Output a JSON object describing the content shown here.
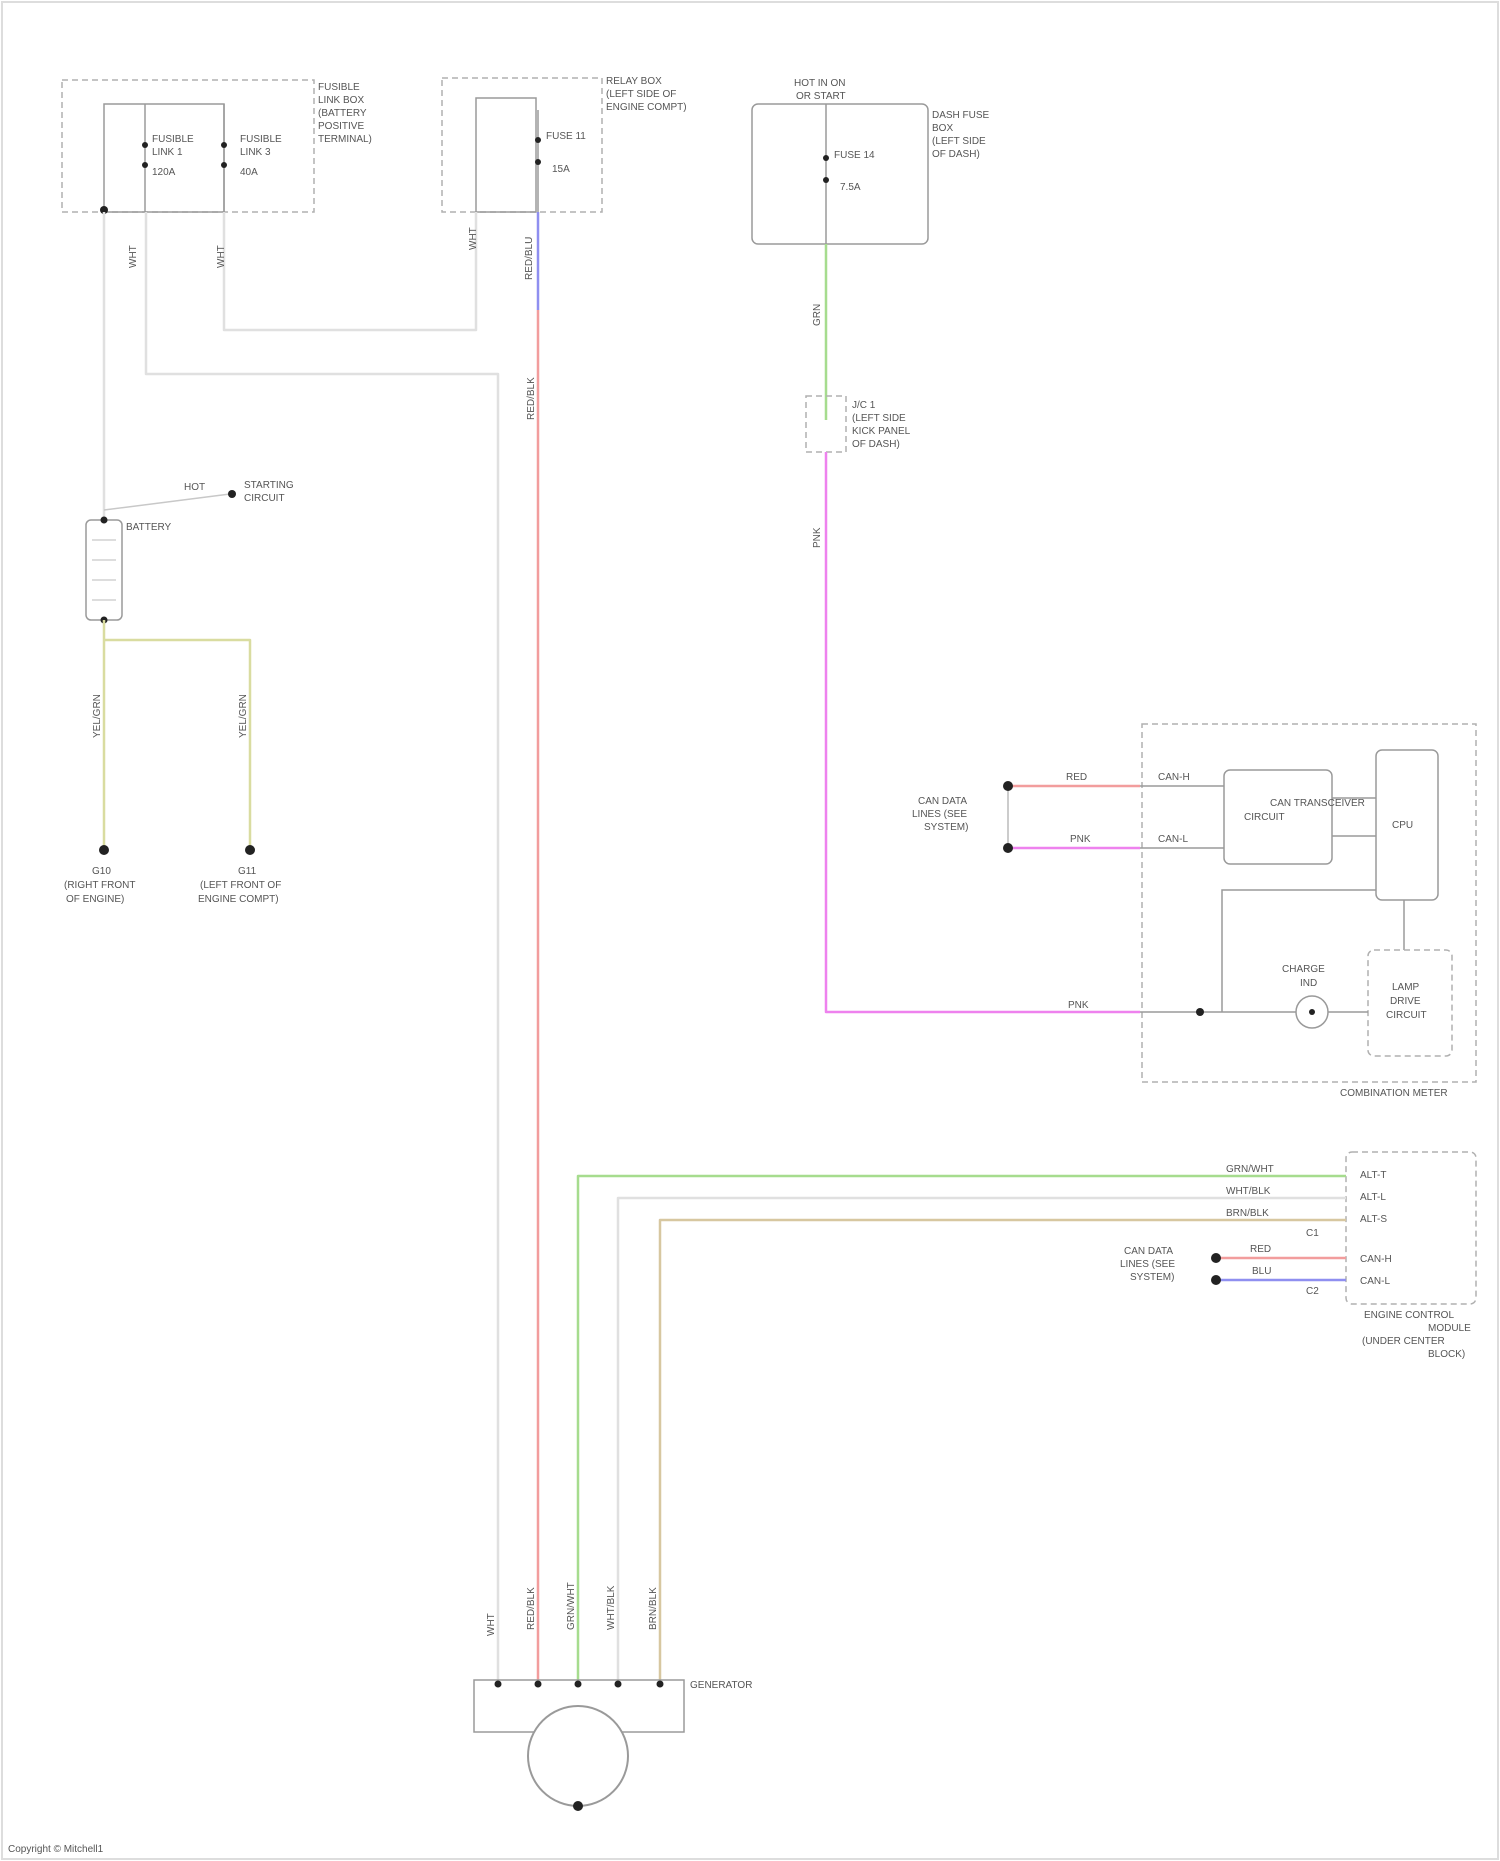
{
  "watermark": "Copyright © Mitchell1",
  "components": {
    "fuse_box_left": {
      "title": [
        "FUSIBLE",
        "LINK BOX",
        "(BATTERY",
        "POSITIVE",
        "TERMINAL)"
      ],
      "fuse_a": [
        "FUSIBLE",
        "LINK 1",
        "120A"
      ],
      "fuse_b": [
        "FUSIBLE",
        "LINK 3",
        "40A"
      ]
    },
    "relay_box": {
      "title": [
        "RELAY BOX",
        "(LEFT SIDE OF",
        "ENGINE COMPT)"
      ],
      "fuse": [
        "FUSE 11",
        "15A"
      ]
    },
    "fuse_panel": {
      "top": [
        "HOT IN ON",
        "OR START"
      ],
      "title": [
        "DASH FUSE",
        "BOX",
        "(LEFT SIDE",
        "OF DASH)"
      ],
      "fuse": [
        "FUSE 14",
        "7.5A"
      ]
    },
    "joint_connector": [
      "J/C 1",
      "(LEFT SIDE",
      "KICK PANEL",
      "OF DASH)"
    ],
    "battery": {
      "hot_label": "HOT",
      "circuit": [
        "STARTING",
        "CIRCUIT"
      ],
      "name": "BATTERY"
    },
    "ground_left": [
      "G10",
      "(RIGHT FRONT",
      "OF ENGINE)"
    ],
    "ground_right": [
      "G11",
      "(LEFT FRONT OF",
      "ENGINE COMPT)"
    ],
    "combination_meter": {
      "name": "COMBINATION METER",
      "data_lines": [
        "CAN DATA",
        "LINES (SEE",
        "SYSTEM)"
      ],
      "pins_top": [
        "CAN-H",
        "CAN-L"
      ],
      "block_interface": "CIRCUIT",
      "block_logic": "CAN TRANSCEIVER",
      "block_cpu": "CPU",
      "warning_lamp": [
        "CHARGE",
        "IND"
      ],
      "lamp_circuit": [
        "LAMP",
        "DRIVE",
        "CIRCUIT"
      ]
    },
    "ecm": {
      "name": [
        "ENGINE CONTROL",
        "MODULE",
        "(UNDER CENTER",
        "BLOCK)"
      ],
      "pins": [
        "ALT-T",
        "ALT-L",
        "ALT-S"
      ],
      "data_lines": [
        "CAN DATA",
        "LINES (SEE",
        "SYSTEM)"
      ],
      "can_pins": [
        "CAN-H",
        "CAN-L"
      ],
      "connector": "C1",
      "connector2": "C2"
    },
    "generator": {
      "name": "GENERATOR"
    }
  },
  "wire_labels": {
    "wht_a": "WHT",
    "wht_b": "WHT",
    "wht_c": "WHT",
    "wht_d": "WHT",
    "red_blu": "RED/BLU",
    "red_blk": "RED/BLK",
    "grn": "GRN",
    "pnk": "PNK",
    "yel_a": "YEL/GRN",
    "yel_b": "YEL/GRN",
    "red_can": "RED",
    "pnk_can": "PNK",
    "pnk_lamp": "PNK",
    "grn_wht": "GRN/WHT",
    "wht_blk": "WHT/BLK",
    "brn_blk": "BRN/BLK",
    "gen_wires": [
      "RED/BLK",
      "GRN/WHT",
      "WHT/BLK",
      "BRN/BLK"
    ],
    "ecm_red": "RED",
    "ecm_blu": "BLU"
  },
  "wire_colors": {
    "white": "#e0e0e0",
    "red": "#f29d9d",
    "blue": "#8f8ff0",
    "green": "#a6dc8e",
    "pink": "#ee82ee",
    "yellow": "#d9dca0",
    "tan": "#d7c7a0",
    "gray": "#c8c8c8"
  }
}
